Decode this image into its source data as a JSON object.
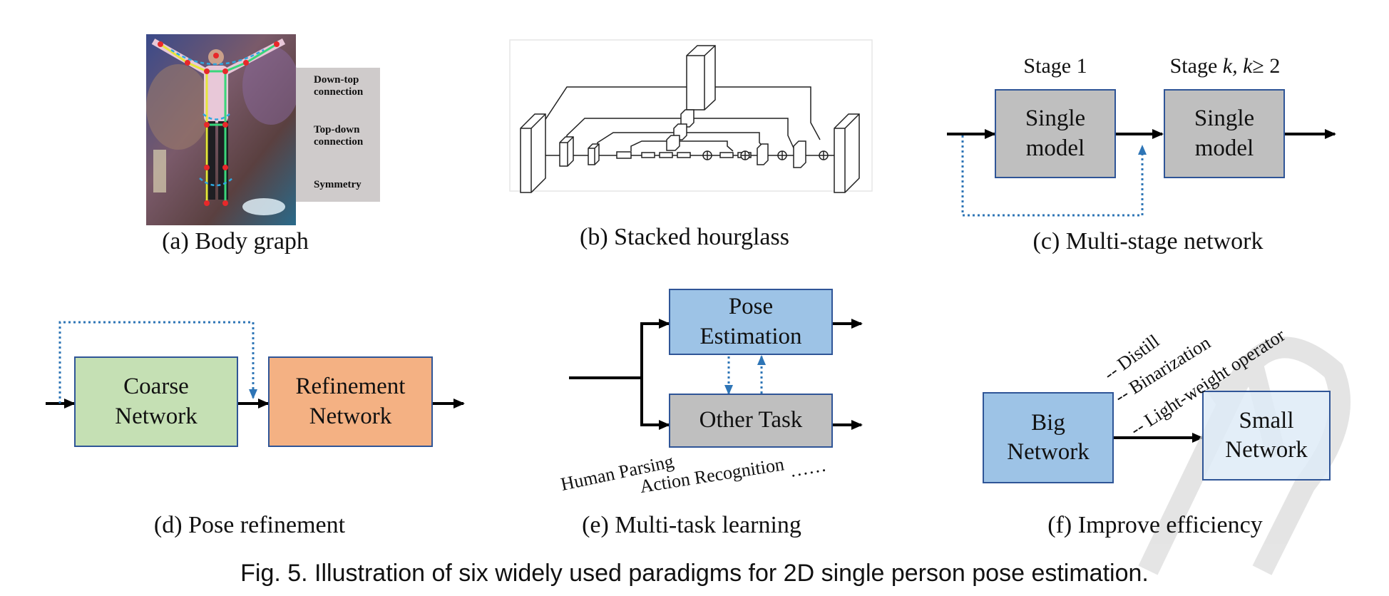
{
  "panel_a": {
    "caption": "(a) Body graph",
    "legend": {
      "down_top": [
        "Down-top",
        "connection"
      ],
      "top_down": [
        "Top-down",
        "connection"
      ],
      "symmetry": "Symmetry"
    }
  },
  "panel_b": {
    "caption": "(b) Stacked hourglass"
  },
  "panel_c": {
    "caption": "(c) Multi-stage network",
    "stage1": "Stage 1",
    "stage_k_prefix": "Stage ",
    "stage_k_var": "k, k",
    "stage_k_suffix": "≥ 2",
    "box1": [
      "Single",
      "model"
    ],
    "box2": [
      "Single",
      "model"
    ]
  },
  "panel_d": {
    "caption": "(d) Pose refinement",
    "coarse": [
      "Coarse",
      "Network"
    ],
    "refine": [
      "Refinement",
      "Network"
    ]
  },
  "panel_e": {
    "caption": "(e) Multi-task learning",
    "pose": [
      "Pose",
      "Estimation"
    ],
    "other": "Other Task",
    "tasks": [
      "Human Parsing",
      "Action Recognition",
      "……"
    ]
  },
  "panel_f": {
    "caption": "(f) Improve efficiency",
    "big": [
      "Big",
      "Network"
    ],
    "small": [
      "Small",
      "Network"
    ],
    "methods": [
      "-- Distill",
      "-- Binarization",
      "-- Light-weight operator"
    ]
  },
  "figure_caption": "Fig. 5.  Illustration of six widely used paradigms for 2D single person pose estimation.",
  "colors": {
    "box_border": "#2f5597",
    "gray": "#bfbfbf",
    "green": "#c5e0b4",
    "orange": "#f4b183",
    "blue": "#9dc3e6",
    "light_blue": "#deebf7",
    "dotted_arrow": "#2e75b6"
  }
}
